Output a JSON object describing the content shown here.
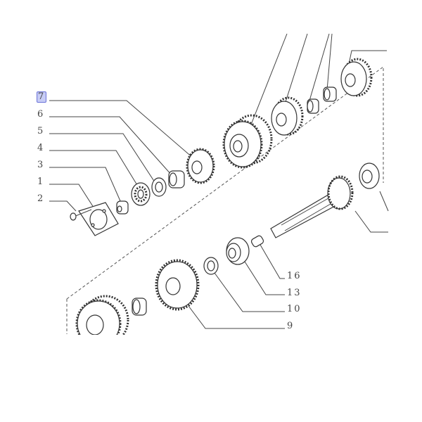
{
  "labels": {
    "l7": "7",
    "l6": "6",
    "l5": "5",
    "l4": "4",
    "l3": "3",
    "l1": "1",
    "l2": "2",
    "l16": "16",
    "l13": "13",
    "l10": "10",
    "l9": "9"
  },
  "highlighted_label": "7",
  "colors": {
    "highlight": "#c7ccf5",
    "highlight_border": "#6a72d8",
    "line": "#444444"
  }
}
